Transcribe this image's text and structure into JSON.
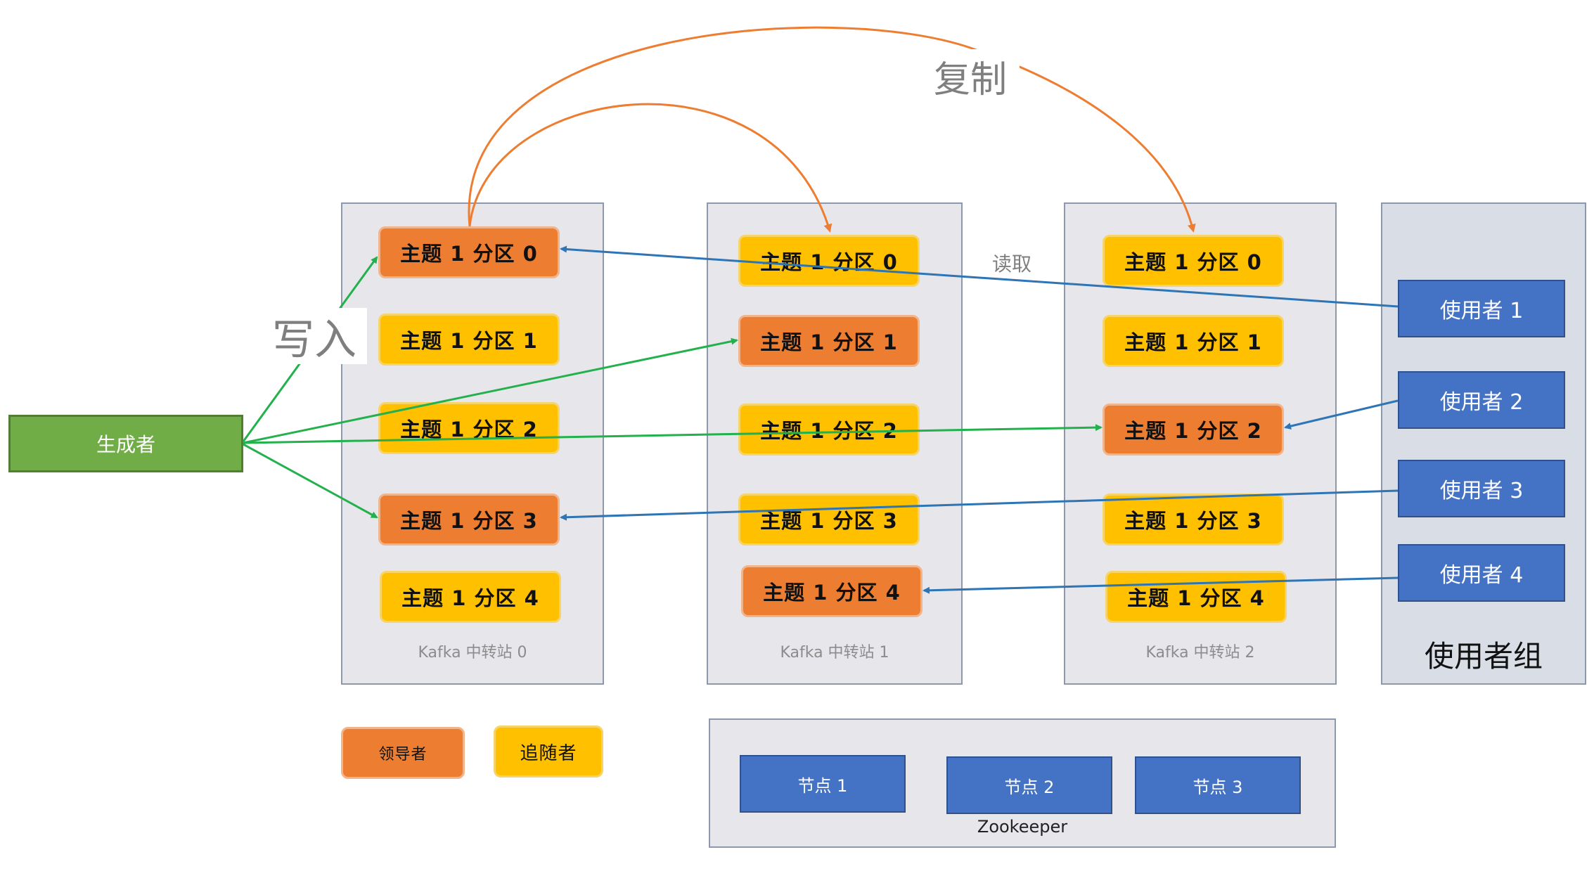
{
  "labels": {
    "replicate": "复制",
    "write": "写入",
    "read": "读取"
  },
  "producer": "生成者",
  "brokers": [
    {
      "caption": "Kafka 中转站 0",
      "partitions": [
        {
          "text": "主题 1 分区 0",
          "role": "leader"
        },
        {
          "text": "主题 1 分区 1",
          "role": "follower"
        },
        {
          "text": "主题 1 分区 2",
          "role": "follower"
        },
        {
          "text": "主题 1 分区 3",
          "role": "leader"
        },
        {
          "text": "主题 1 分区 4",
          "role": "follower"
        }
      ]
    },
    {
      "caption": "Kafka 中转站 1",
      "partitions": [
        {
          "text": "主题 1 分区 0",
          "role": "follower"
        },
        {
          "text": "主题 1 分区 1",
          "role": "leader"
        },
        {
          "text": "主题 1 分区 2",
          "role": "follower"
        },
        {
          "text": "主题 1 分区 3",
          "role": "follower"
        },
        {
          "text": "主题 1 分区 4",
          "role": "leader"
        }
      ]
    },
    {
      "caption": "Kafka 中转站 2",
      "partitions": [
        {
          "text": "主题 1 分区 0",
          "role": "follower"
        },
        {
          "text": "主题 1 分区 1",
          "role": "follower"
        },
        {
          "text": "主题 1 分区 2",
          "role": "leader"
        },
        {
          "text": "主题 1 分区 3",
          "role": "follower"
        },
        {
          "text": "主题 1 分区 4",
          "role": "follower"
        }
      ]
    }
  ],
  "consumer_group": {
    "title": "使用者组",
    "consumers": [
      "使用者 1",
      "使用者 2",
      "使用者 3",
      "使用者 4"
    ]
  },
  "legend": {
    "leader": "领导者",
    "follower": "追随者"
  },
  "zookeeper": {
    "title": "Zookeeper",
    "nodes": [
      "节点 1",
      "节点 2",
      "节点 3"
    ]
  },
  "colors": {
    "leader": "#ed7d31",
    "follower": "#ffc000",
    "producer": "#70ad47",
    "consumer": "#4472c4",
    "write_arrow": "#22b14c",
    "read_arrow": "#2e75b6",
    "replicate_arrow": "#ed7d31"
  }
}
